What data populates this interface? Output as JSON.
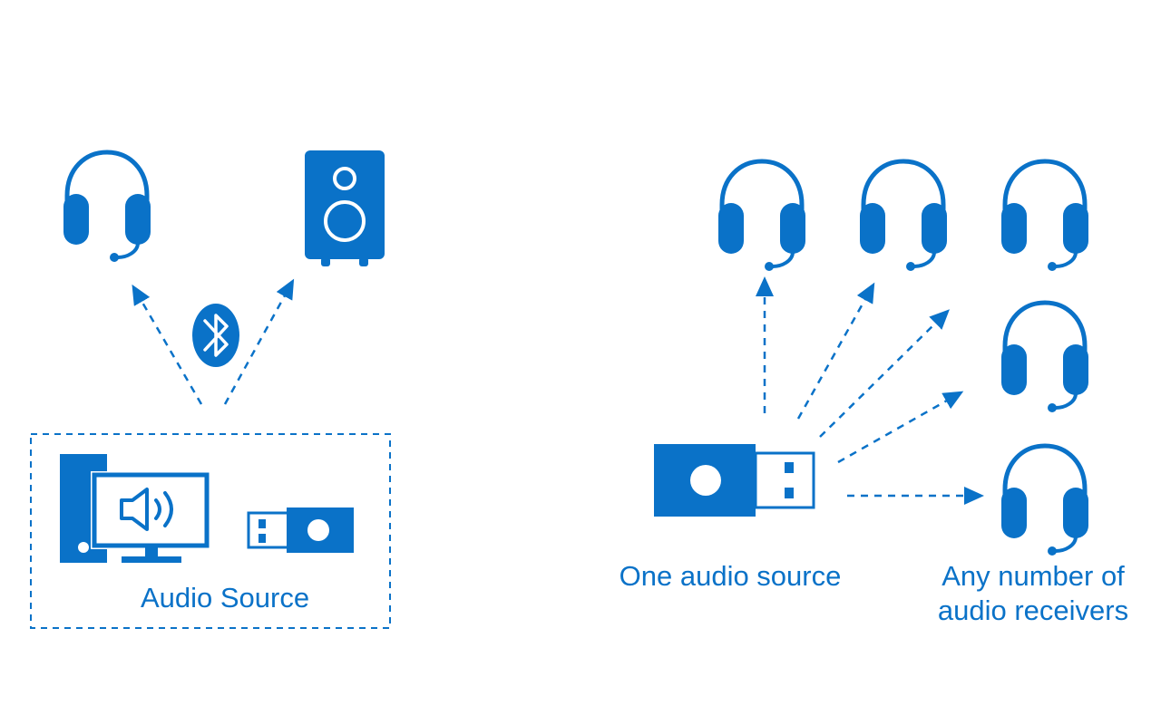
{
  "colors": {
    "accent": "#0a72c8",
    "background": "#ffffff"
  },
  "left_panel": {
    "source_label": "Audio Source",
    "receivers": [
      "headset-icon",
      "speaker-icon"
    ],
    "link_icon": "bluetooth-icon",
    "source_devices": [
      "desktop-computer-icon",
      "usb-dongle-icon"
    ]
  },
  "right_panel": {
    "source_label": "One audio source",
    "receivers_label_line1": "Any number of",
    "receivers_label_line2": "audio receivers",
    "source_device": "usb-dongle-icon",
    "receiver_count": 5
  }
}
